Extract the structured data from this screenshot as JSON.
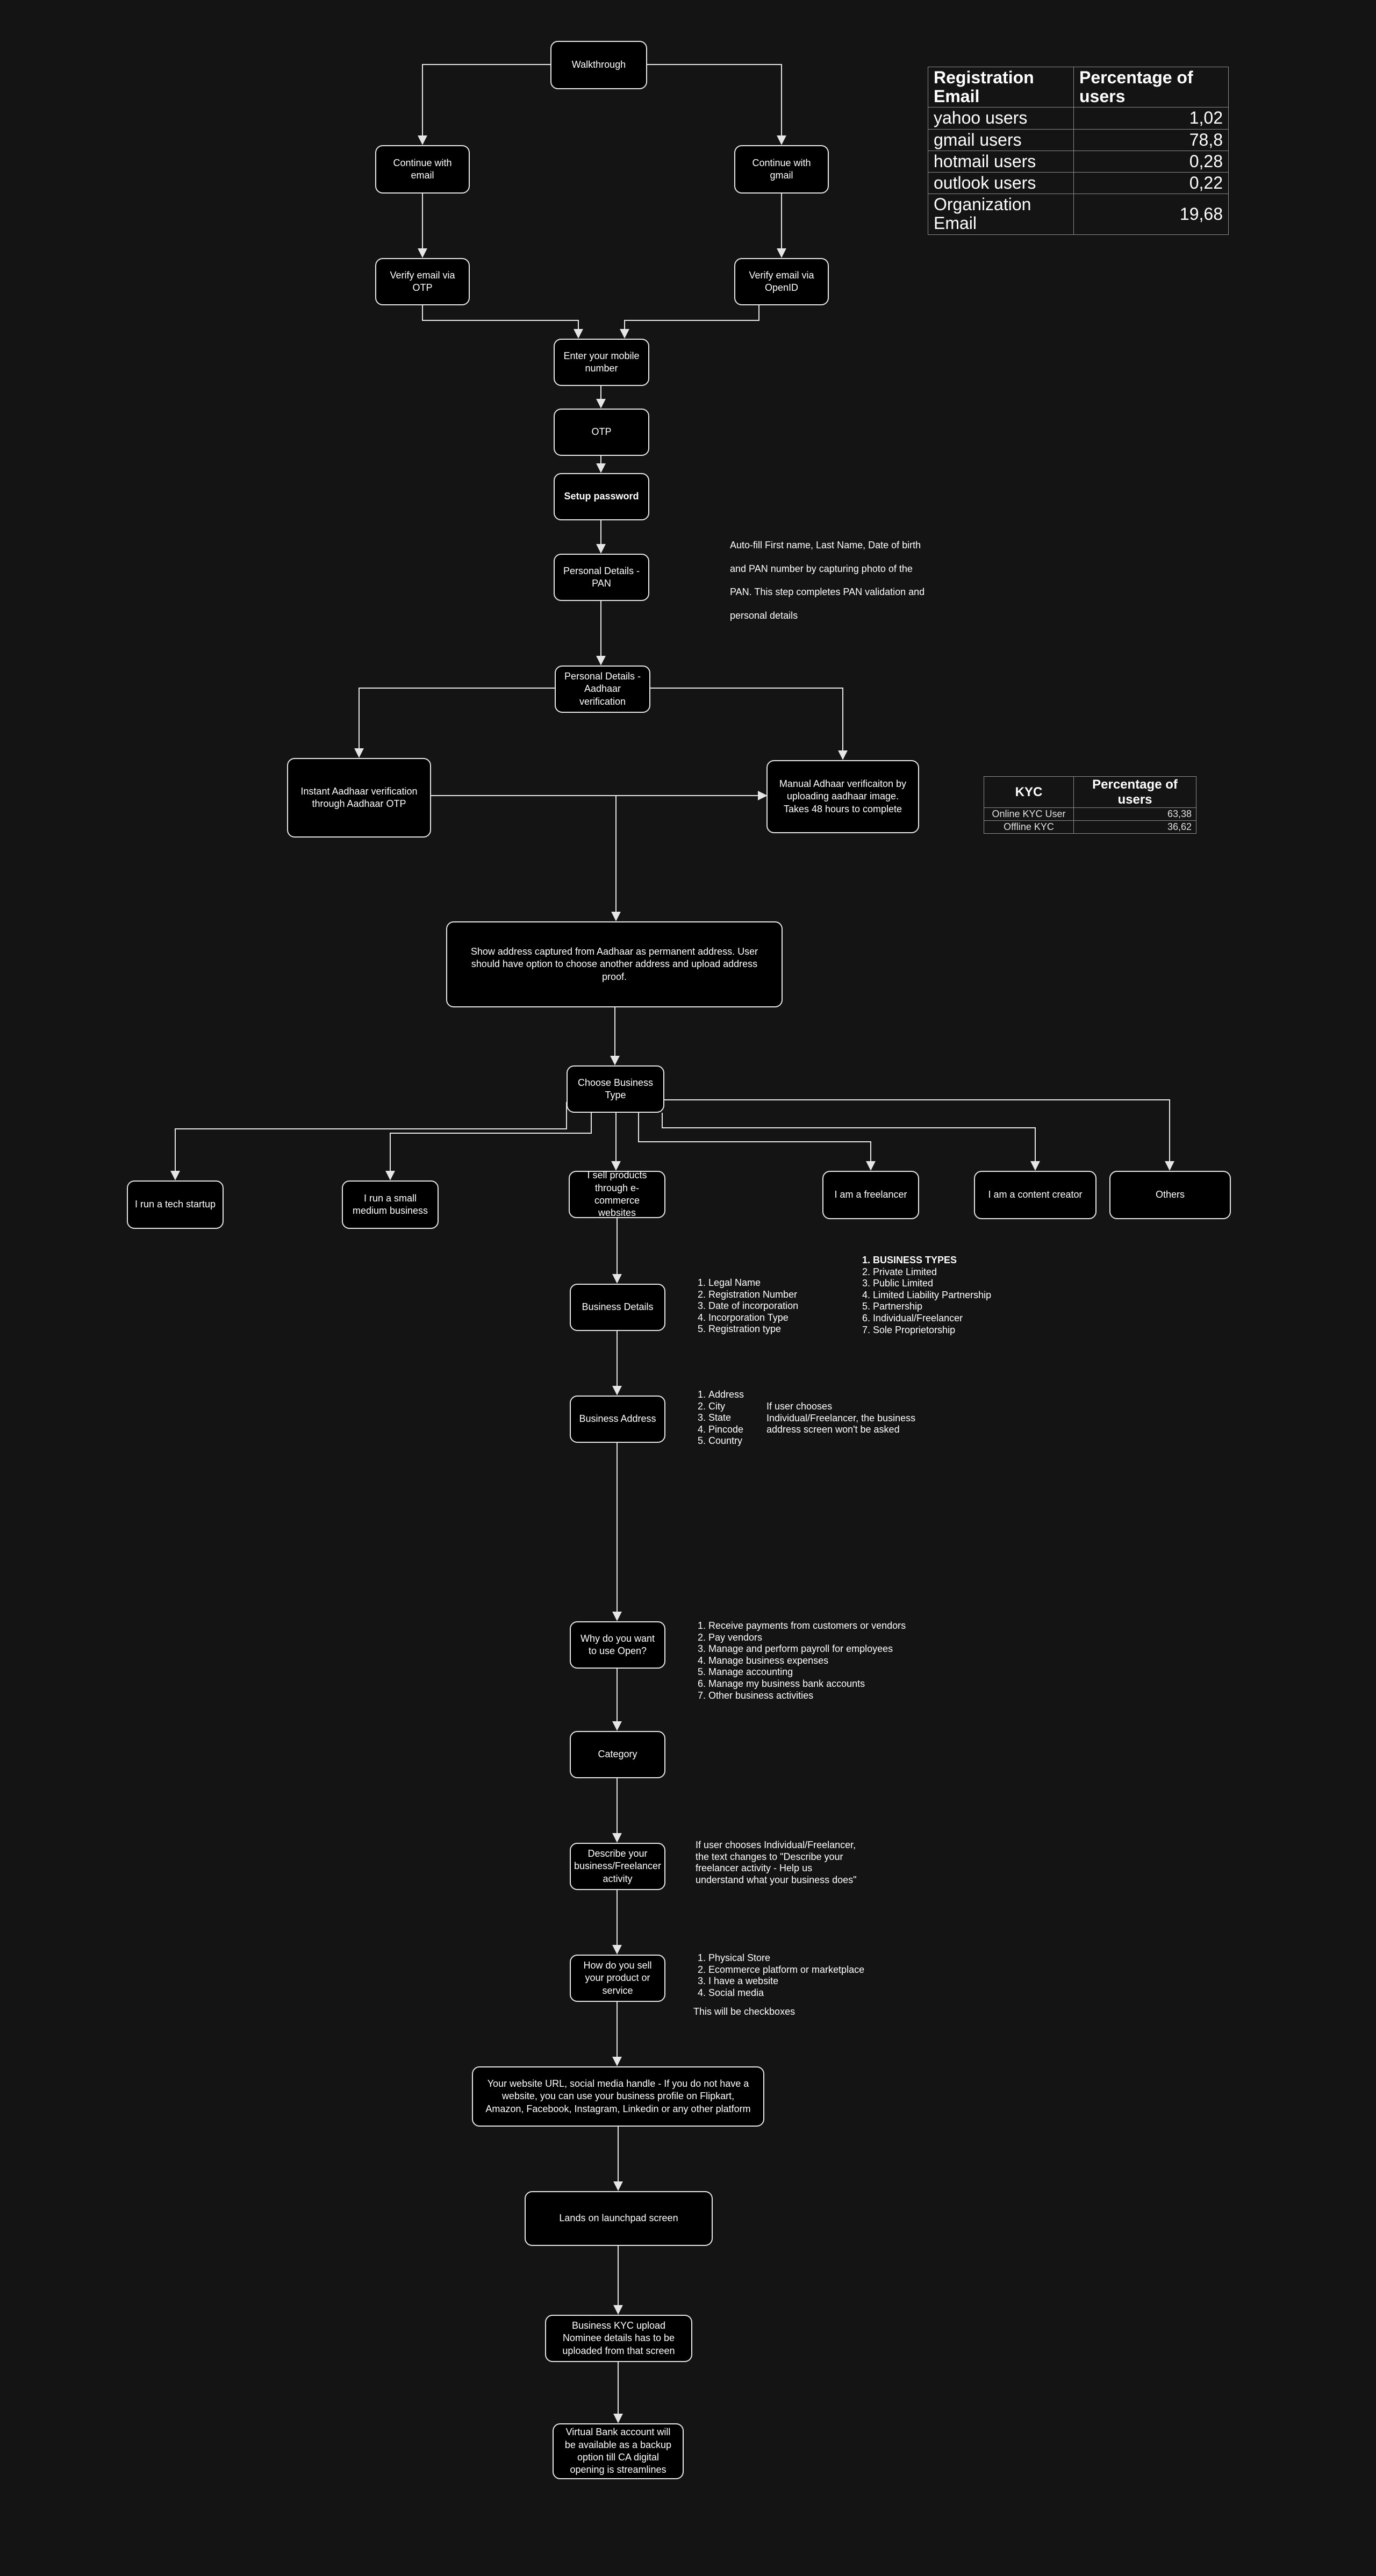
{
  "nodes": {
    "walkthrough": "Walkthrough",
    "continue_email": "Continue with email",
    "continue_gmail": "Continue with gmail",
    "verify_otp": "Verify email via OTP",
    "verify_openid": "Verify email via OpenID",
    "mobile": "Enter your mobile number",
    "otp": "OTP",
    "setup_password": "Setup password",
    "pan": "Personal Details - PAN",
    "aadhaar": "Personal Details - Aadhaar verification",
    "instant_aadhaar": "Instant Aadhaar verification through Aadhaar OTP",
    "manual_aadhaar": "Manual Adhaar verificaiton by uploading aadhaar image. Takes 48 hours to complete",
    "address": "Show address captured from Aadhaar as permanent address. User should have option to choose another address and upload address proof.",
    "business_type": "Choose Business Type",
    "tech_startup": "I run a tech startup",
    "small_medium": "I run a small medium business",
    "ecommerce": "I sell products through e-commerce websites",
    "freelancer": "I am a freelancer",
    "content_creator": "I am a content creator",
    "others": "Others",
    "business_details": "Business Details",
    "business_address": "Business Address",
    "why_open": "Why do you want to use Open?",
    "category": "Category",
    "describe": "Describe your business/Freelancer activity",
    "how_sell": "How do you sell your product or service",
    "website_url": "Your website URL, social media handle - If you do not have a website, you can use your business profile on Flipkart, Amazon, Facebook, Instagram, Linkedin or any other platform",
    "launchpad": "Lands on launchpad screen",
    "kyc_upload": "Business KYC upload Nominee details has to be uploaded from that screen",
    "virtual_account": "Virtual Bank account will be available as a backup option till CA digital opening is streamlines"
  },
  "notes": {
    "pan_autofill": [
      "Auto-fill First name, Last Name, Date of birth",
      "and PAN number by capturing photo of the",
      "PAN. This step completes PAN validation and",
      "personal details"
    ],
    "business_details_fields": [
      "Legal Name",
      "Registration Number",
      "Date of incorporation",
      "Incorporation Type",
      "Registration type"
    ],
    "business_types_heading": "BUSINESS TYPES",
    "business_types": [
      "Private Limited",
      "Public Limited",
      "Limited Liability Partnership",
      "Partnership",
      "Individual/Freelancer",
      "Sole Proprietorship"
    ],
    "address_fields": [
      "Address",
      "City",
      "State",
      "Pincode",
      "Country"
    ],
    "address_note": "If user chooses Individual/Freelancer, the business address screen won't be asked",
    "why_reasons": [
      "Receive payments from customers or vendors",
      "Pay vendors",
      "Manage and perform payroll for employees",
      "Manage business expenses",
      "Manage accounting",
      "Manage my business bank accounts",
      "Other business activities"
    ],
    "describe_note": "If user chooses Individual/Freelancer, the text changes to \"Describe your freelancer activity - Help us understand what your business does\"",
    "sell_channels": [
      "Physical Store",
      "Ecommerce platform or marketplace",
      "I have a website",
      "Social media"
    ],
    "sell_checkbox_note": "This will be checkboxes"
  },
  "email_table": {
    "headers": [
      "Registration Email",
      "Percentage of users"
    ],
    "rows": [
      [
        "yahoo users",
        "1,02"
      ],
      [
        "gmail users",
        "78,8"
      ],
      [
        "hotmail users",
        "0,28"
      ],
      [
        "outlook users",
        "0,22"
      ],
      [
        "Organization Email",
        "19,68"
      ]
    ]
  },
  "kyc_table": {
    "headers": [
      "KYC",
      "Percentage of users"
    ],
    "rows": [
      [
        "Online KYC User",
        "63,38"
      ],
      [
        "Offline KYC",
        "36,62"
      ]
    ]
  },
  "colors": {
    "background": "#141414",
    "node_fill": "#000000",
    "stroke": "#e6e6e6"
  }
}
